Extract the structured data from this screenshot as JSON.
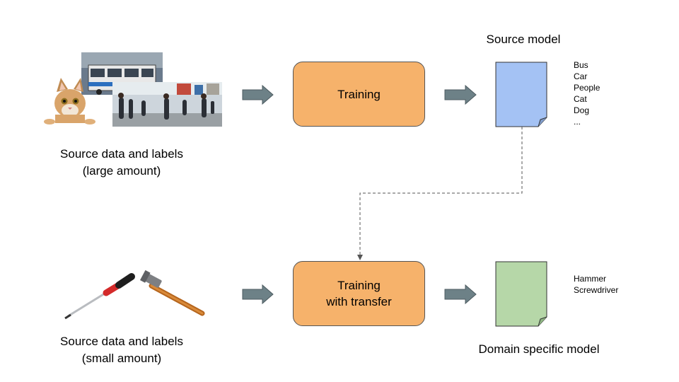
{
  "top_row": {
    "input_caption_line1": "Source data and labels",
    "input_caption_line2": "(large amount)",
    "process_label": "Training",
    "output_title": "Source model",
    "output_classes": [
      "Bus",
      "Car",
      "People",
      "Cat",
      "Dog",
      "..."
    ],
    "images": [
      "cat-photo",
      "bus-photo",
      "street-crowd-photo"
    ]
  },
  "bottom_row": {
    "input_caption_line1": "Source data and labels",
    "input_caption_line2": "(small amount)",
    "process_label_line1": "Training",
    "process_label_line2": "with transfer",
    "output_title": "Domain specific model",
    "output_classes": [
      "Hammer",
      "Screwdriver"
    ],
    "images": [
      "screwdriver-photo",
      "hammer-photo"
    ]
  },
  "colors": {
    "process_fill": "#f6b26b",
    "source_model_fill": "#a4c2f4",
    "domain_model_fill": "#b6d7a8",
    "arrow_fill": "#6d8187"
  }
}
